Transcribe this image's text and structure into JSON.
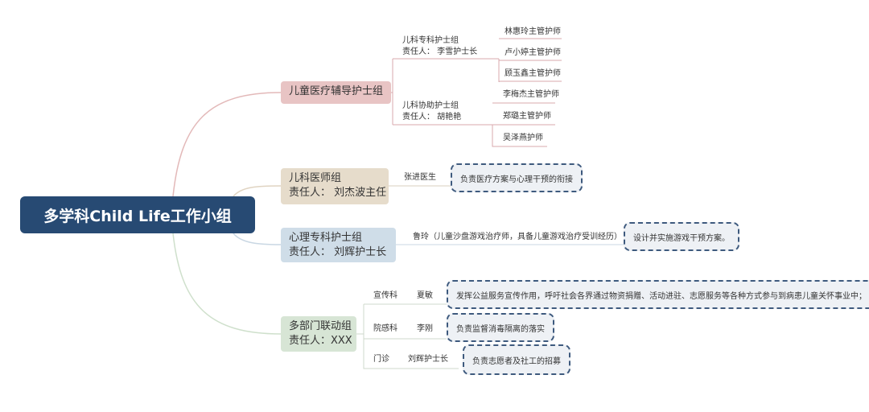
{
  "root": {
    "title": "多学科Child Life工作小组"
  },
  "colors": {
    "root": "#274a73",
    "n1": "#e8c4c4",
    "n2": "#e6dccb",
    "n3": "#cfdde8",
    "n4": "#d7e5d5",
    "note_border": "#3e5a7e"
  },
  "branches": [
    {
      "title": "儿童医疗辅导护士组",
      "subgroups": [
        {
          "name": "儿科专科护士组",
          "lead": "责任人： 李雪护士长",
          "members": [
            "林惠玲主管护师",
            "卢小婷主管护师",
            "顾玉鑫主管护师"
          ]
        },
        {
          "name": "儿科协助护士组",
          "lead": "责任人： 胡艳艳",
          "members": [
            "李梅杰主管护师",
            "郑璐主管护师",
            "吴泽燕护师"
          ]
        }
      ]
    },
    {
      "title": "儿科医师组",
      "lead": "责任人： 刘杰波主任",
      "member": "张进医生",
      "note": "负责医疗方案与心理干预的衔接"
    },
    {
      "title": "心理专科护士组",
      "lead": "责任人： 刘辉护士长",
      "member": "鲁玲（儿童沙盘游戏治疗师，具备儿童游戏治疗受训经历）",
      "note": "设计并实施游戏干预方案。"
    },
    {
      "title": "多部门联动组",
      "lead": "责任人：XXX",
      "departments": [
        {
          "dept": "宣传科",
          "person": "夏敏",
          "note": "发挥公益服务宣传作用，呼吁社会各界通过物资捐赠、活动进驻、志愿服务等各种方式参与到病患儿童关怀事业中；"
        },
        {
          "dept": "院感科",
          "person": "李刚",
          "note": "负责监督消毒隔离的落实"
        },
        {
          "dept": "门诊",
          "person": "刘辉护士长",
          "note": "负责志愿者及社工的招募"
        }
      ]
    }
  ]
}
